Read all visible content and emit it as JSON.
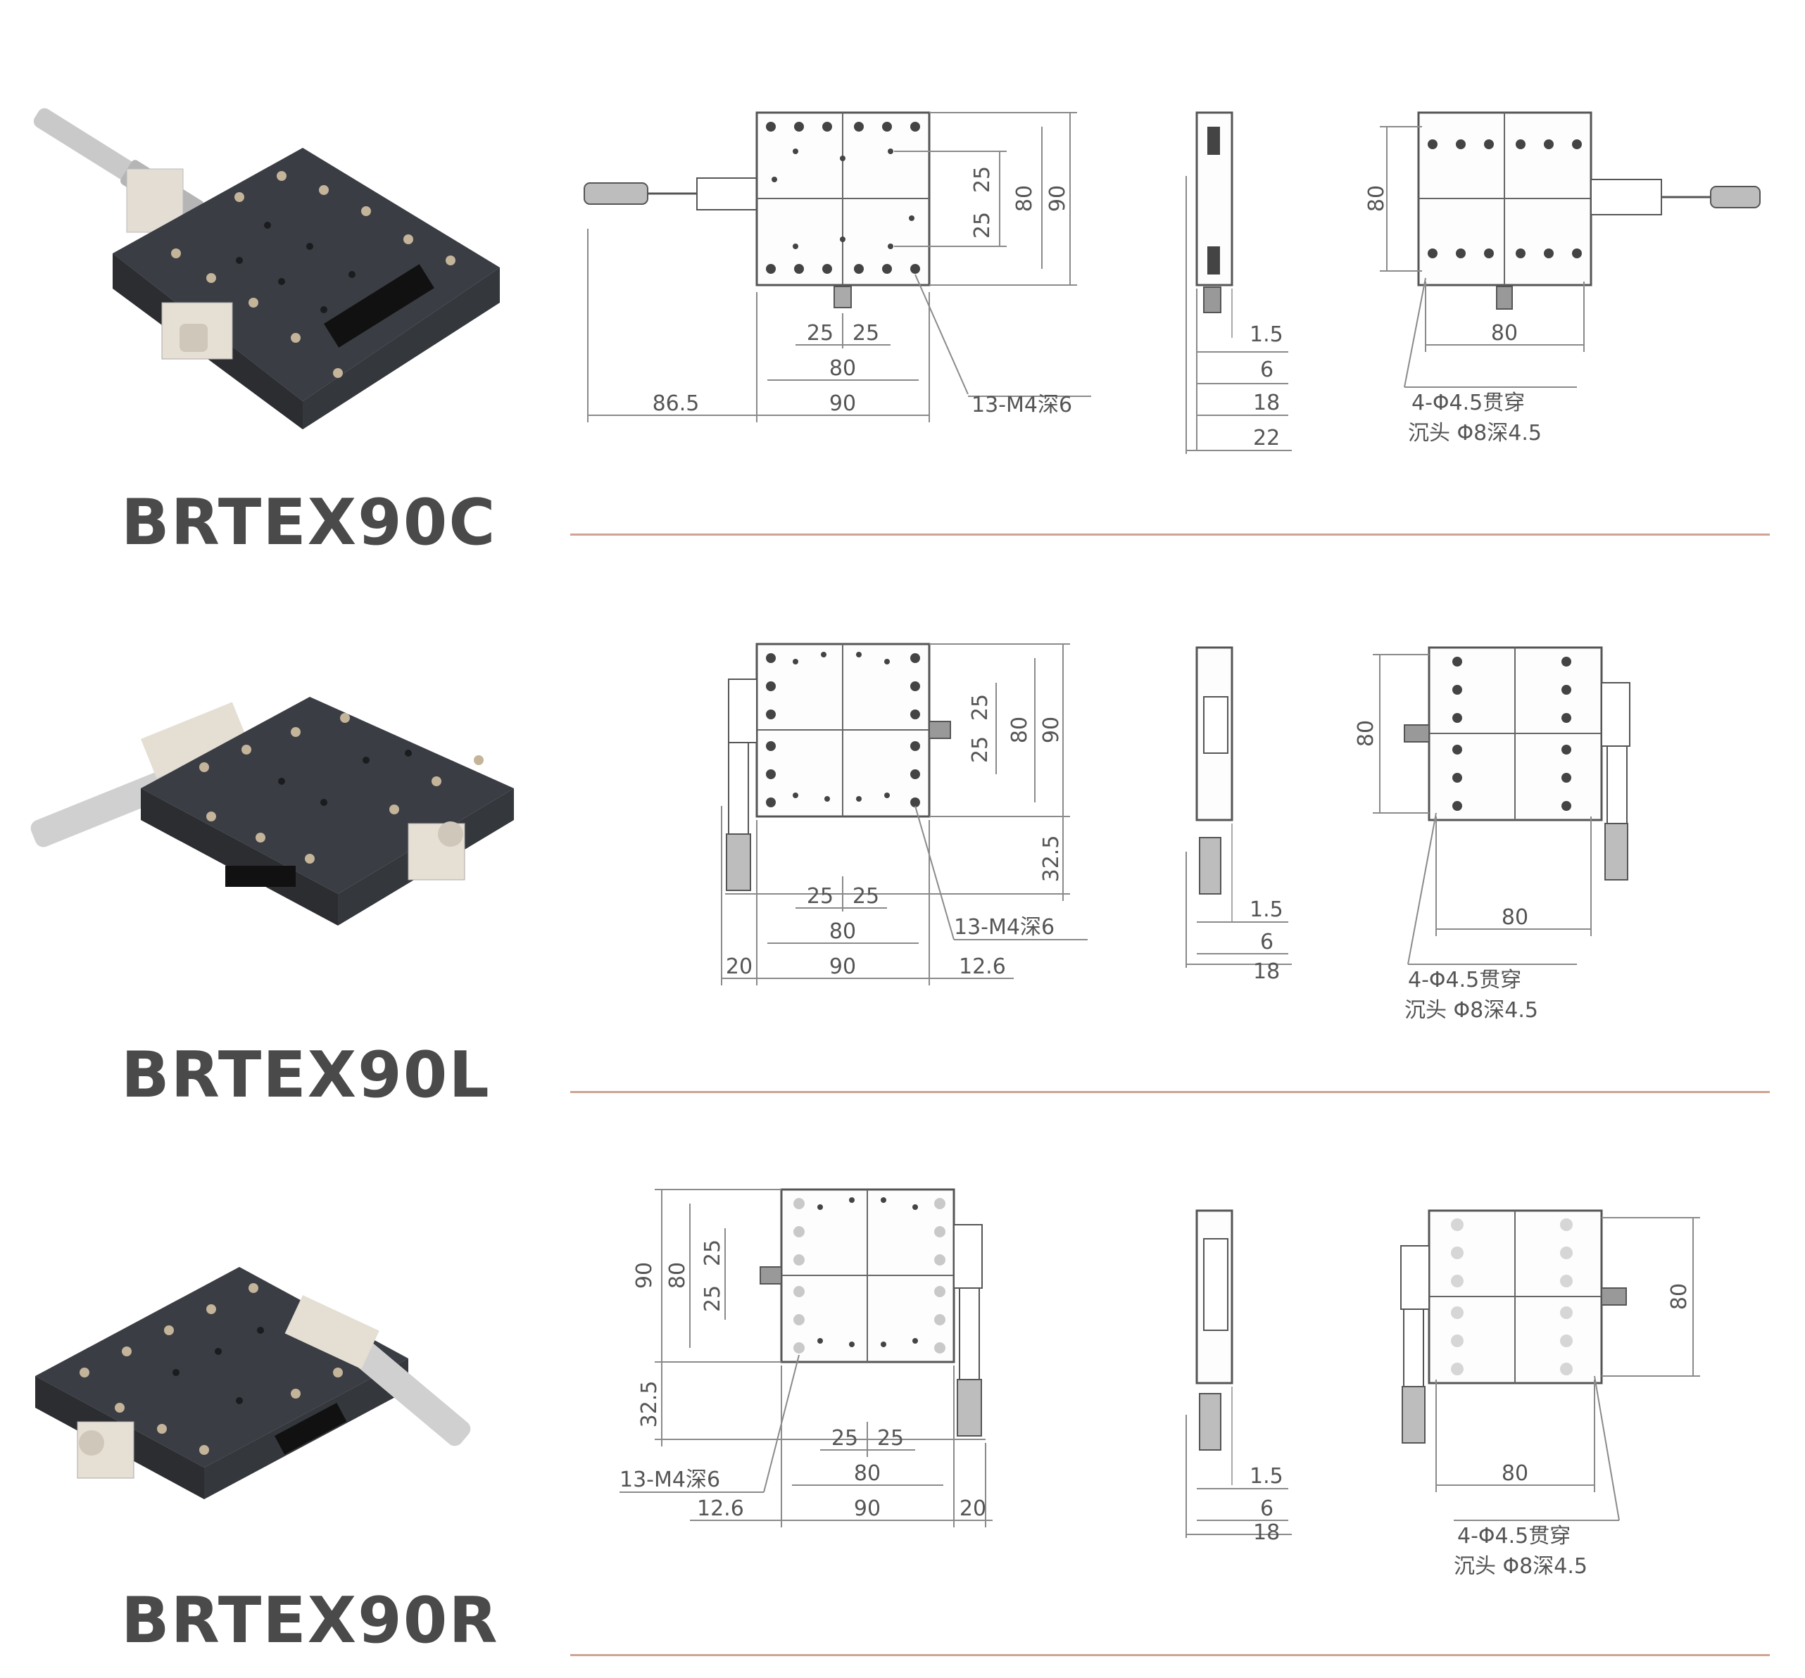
{
  "colors": {
    "divider": "#cfa493",
    "plate": "#3d4046",
    "text": "#4a4a4a"
  },
  "products": [
    {
      "model": "BRTEX90C",
      "dims": {
        "holes": "13-M4深6",
        "through": "4-Φ4.5贯穿",
        "counterbore": "沉头 Φ8深4.5",
        "d86_5": "86.5",
        "d90": "90",
        "d80": "80",
        "d25a": "25",
        "d25b": "25",
        "v25a": "25",
        "v25b": "25",
        "v80": "80",
        "v90": "90",
        "s1_5": "1.5",
        "s6": "6",
        "s18": "18",
        "s22": "22",
        "b80v": "80",
        "b80h": "80"
      }
    },
    {
      "model": "BRTEX90L",
      "dims": {
        "holes": "13-M4深6",
        "through": "4-Φ4.5贯穿",
        "counterbore": "沉头 Φ8深4.5",
        "d20": "20",
        "d90": "90",
        "d12_6": "12.6",
        "d80": "80",
        "d25a": "25",
        "d25b": "25",
        "v25a": "25",
        "v25b": "25",
        "v80": "80",
        "v90": "90",
        "v32_5": "32.5",
        "s1_5": "1.5",
        "s6": "6",
        "s18": "18",
        "b80v": "80",
        "b80h": "80"
      }
    },
    {
      "model": "BRTEX90R",
      "dims": {
        "holes": "13-M4深6",
        "through": "4-Φ4.5贯穿",
        "counterbore": "沉头 Φ8深4.5",
        "d12_6": "12.6",
        "d90": "90",
        "d20": "20",
        "d80": "80",
        "d25a": "25",
        "d25b": "25",
        "v90": "90",
        "v80": "80",
        "v25a": "25",
        "v25b": "25",
        "v32_5": "32.5",
        "s1_5": "1.5",
        "s6": "6",
        "s18": "18",
        "b80v": "80",
        "b80h": "80"
      }
    }
  ]
}
